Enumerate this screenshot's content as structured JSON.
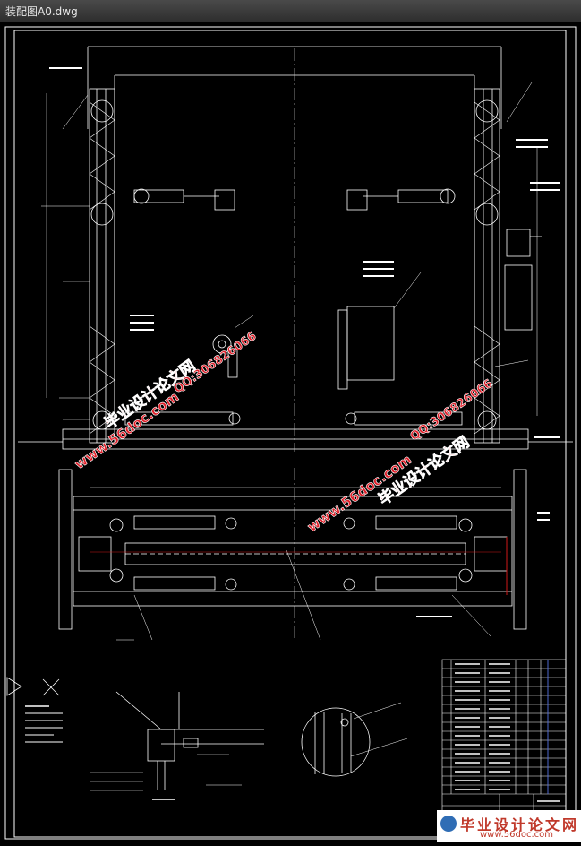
{
  "window": {
    "title": "装配图A0.dwg"
  },
  "watermarks": {
    "site": "www.56doc.com",
    "brand": "毕业设计论文网",
    "qq": "QQ:306826066",
    "color": "#e0202a"
  },
  "logo": {
    "title": "毕业设计论文网",
    "url": "www.56doc.com"
  },
  "colors": {
    "background": "#000000",
    "line": "#ffffff",
    "center": "#d9d9d9",
    "accent_red": "#d01818"
  }
}
